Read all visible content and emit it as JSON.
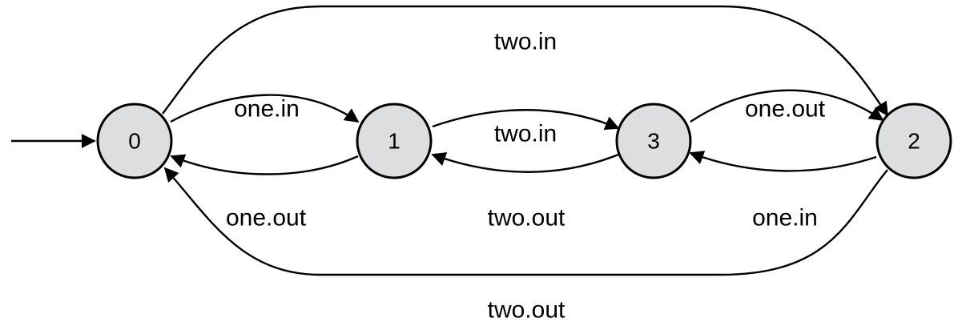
{
  "colors": {
    "node_fill": "#dcdedf",
    "stroke": "#000000",
    "background": "#ffffff"
  },
  "states": {
    "s0": "0",
    "s1": "1",
    "s3": "3",
    "s2": "2"
  },
  "initial_state": "0",
  "transitions": [
    {
      "from": "0",
      "to": "1",
      "label": "one.in"
    },
    {
      "from": "1",
      "to": "0",
      "label": "one.out"
    },
    {
      "from": "1",
      "to": "3",
      "label": "two.in"
    },
    {
      "from": "3",
      "to": "1",
      "label": "two.out"
    },
    {
      "from": "3",
      "to": "2",
      "label": "one.out"
    },
    {
      "from": "2",
      "to": "3",
      "label": "one.in"
    },
    {
      "from": "0",
      "to": "2",
      "label": "two.in"
    },
    {
      "from": "2",
      "to": "0",
      "label": "two.out"
    }
  ]
}
